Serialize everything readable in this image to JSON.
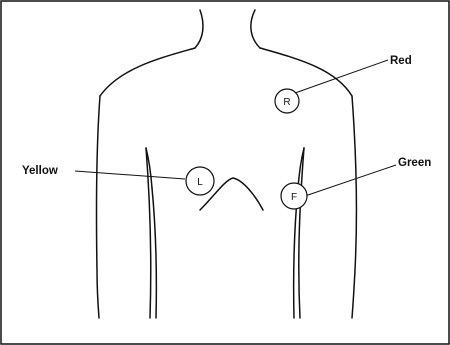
{
  "diagram": {
    "labels": {
      "red": "Red",
      "yellow": "Yellow",
      "green": "Green"
    },
    "electrodes": {
      "right": "R",
      "left": "L",
      "foot": "F"
    }
  }
}
